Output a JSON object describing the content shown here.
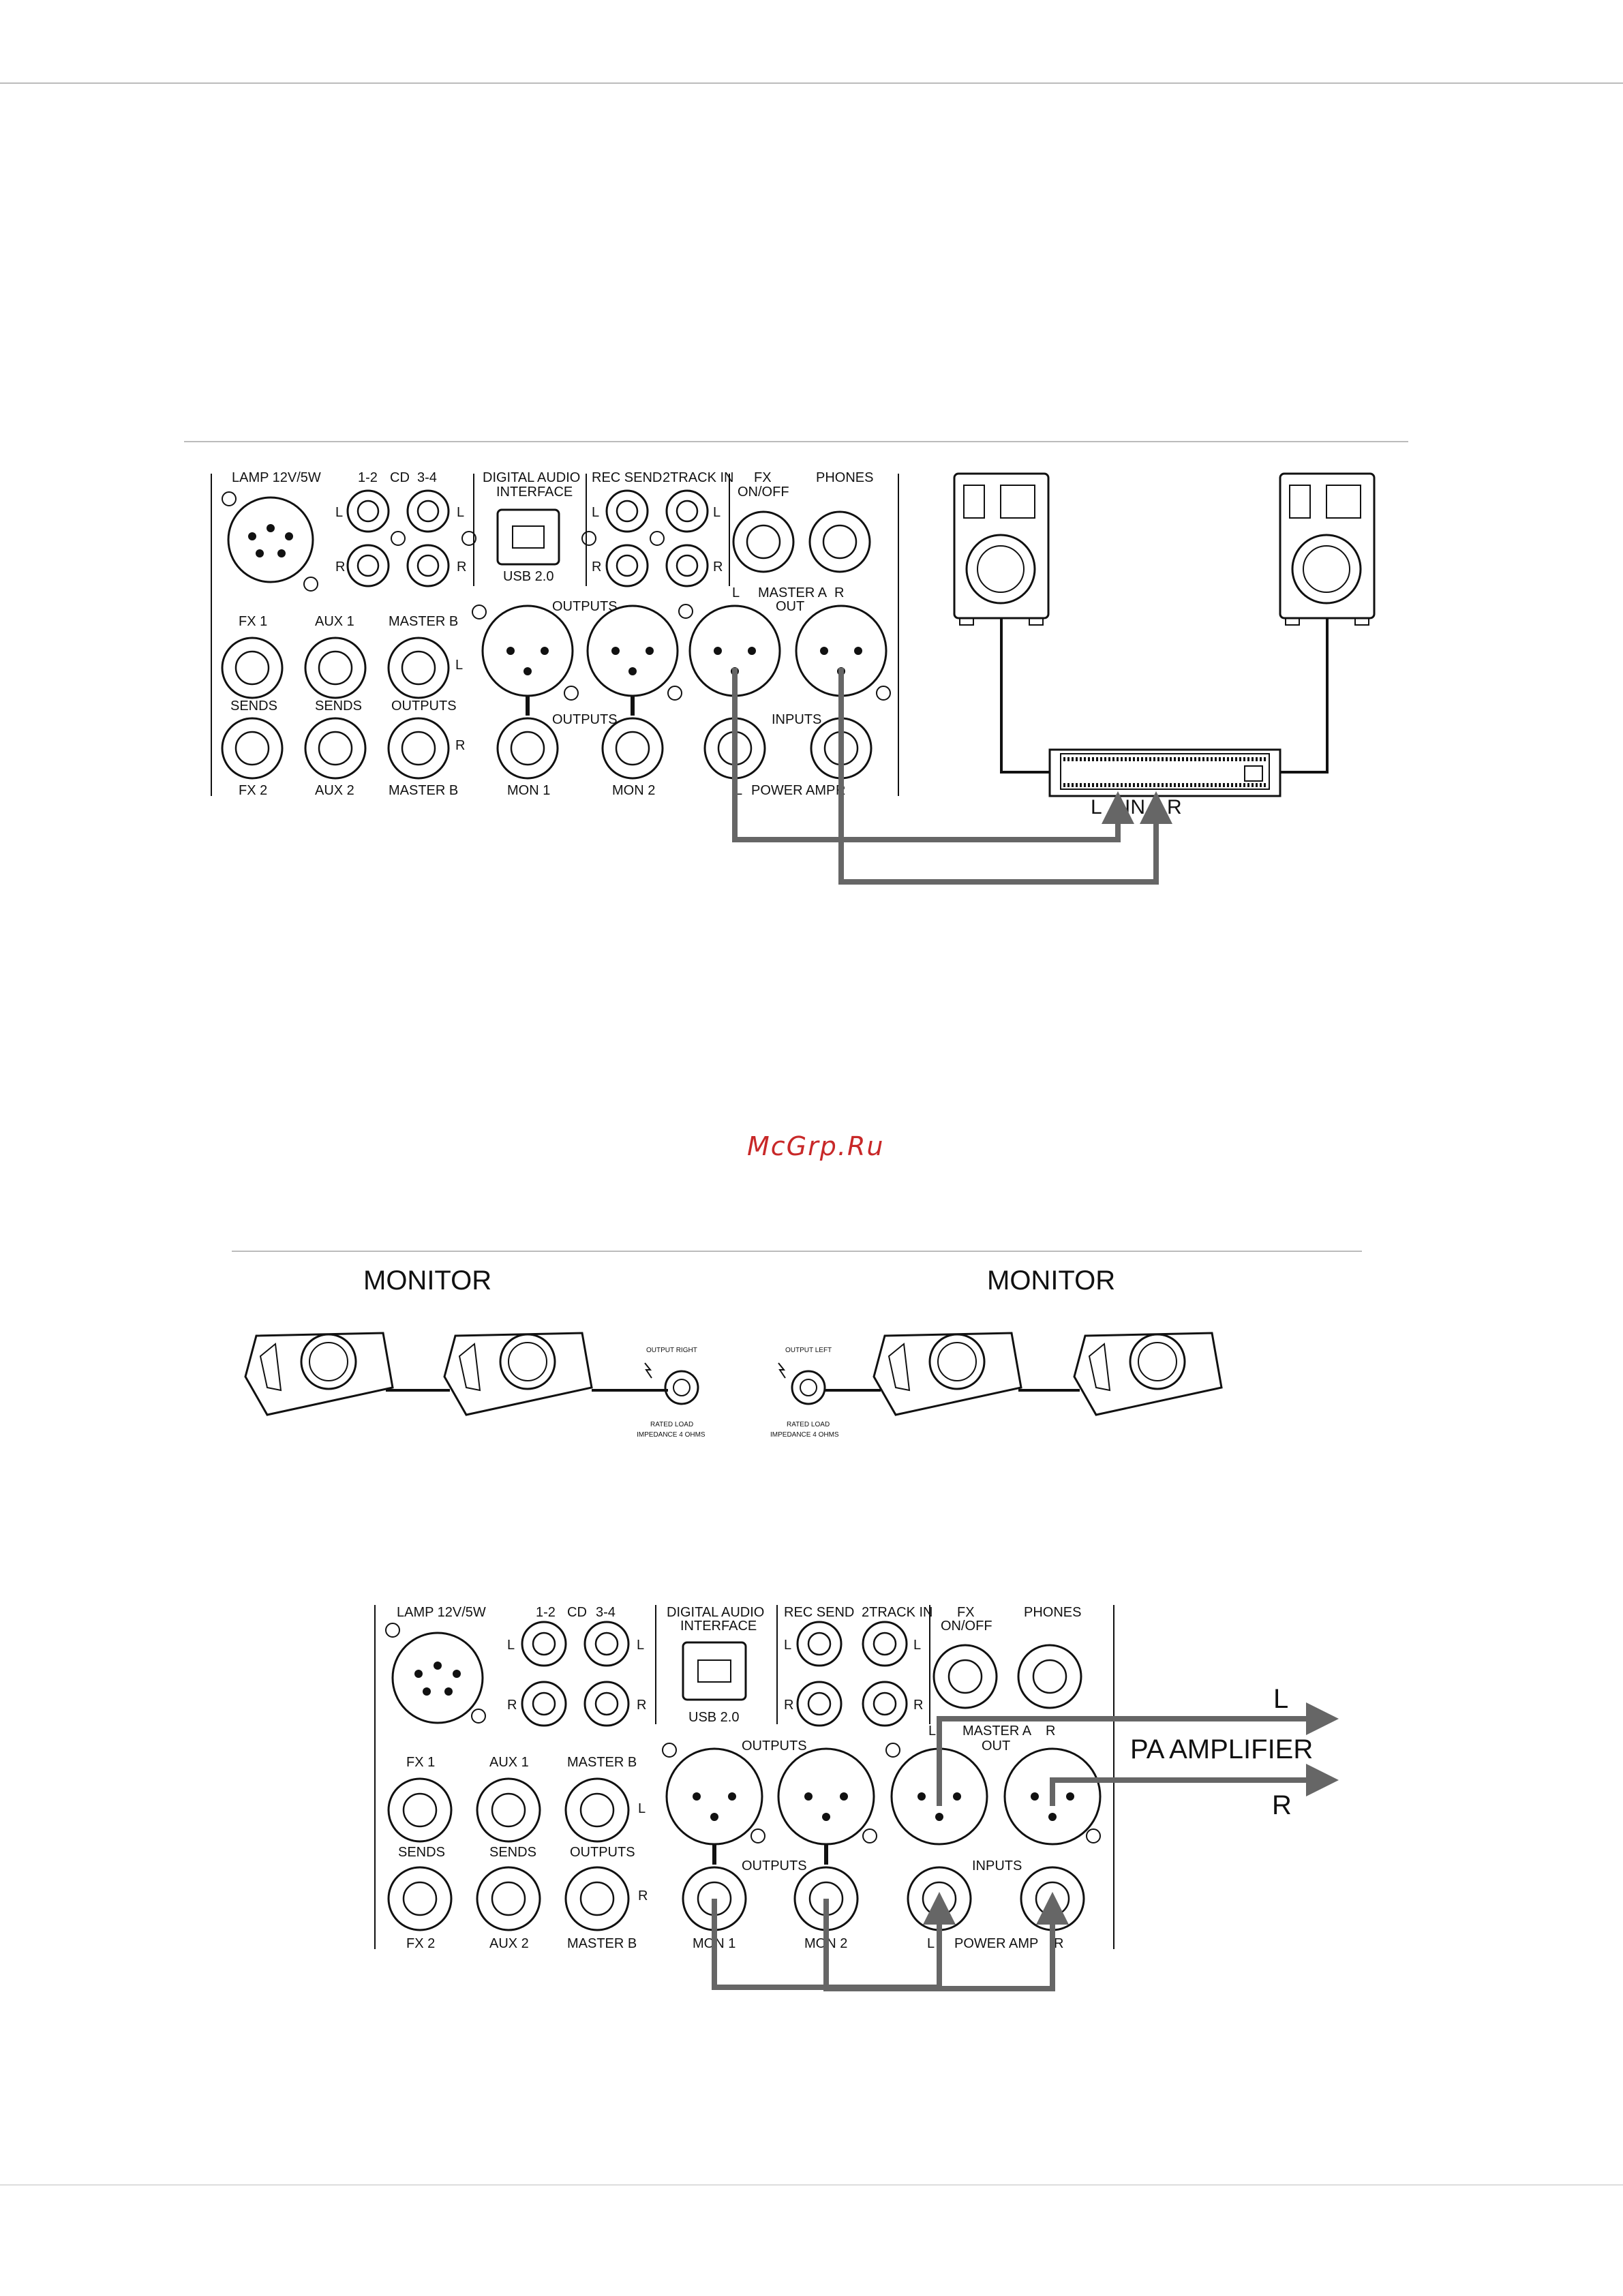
{
  "watermark": "McGrp.Ru",
  "panel_labels": {
    "lamp": "LAMP 12V/5W",
    "cd_12": "1-2",
    "cd": "CD",
    "cd_34": "3-4",
    "digital_audio": "DIGITAL AUDIO",
    "interface": "INTERFACE",
    "usb": "USB 2.0",
    "rec_send": "REC SEND",
    "two_track_in": "2TRACK IN",
    "fx": "FX",
    "on_off": "ON/OFF",
    "phones": "PHONES",
    "fx1": "FX 1",
    "aux1": "AUX 1",
    "master_b": "MASTER B",
    "sends": "SENDS",
    "outputs": "OUTPUTS",
    "fx2": "FX 2",
    "aux2": "AUX 2",
    "master_b_bottom": "MASTER B",
    "mon1": "MON 1",
    "mon2": "MON 2",
    "master_a": "MASTER A",
    "out": "OUT",
    "inputs": "INPUTS",
    "power_amp": "POWER AMP",
    "l": "L",
    "r": "R"
  },
  "diagram1": {
    "amp_input_label_l": "L",
    "amp_input_label_in": "IN",
    "amp_input_label_r": "R"
  },
  "diagram2": {
    "monitor_left": "MONITOR",
    "monitor_right": "MONITOR",
    "output_right": "OUTPUT RIGHT",
    "output_left": "OUTPUT LEFT",
    "rated_load": "RATED LOAD",
    "impedance": "IMPEDANCE 4 OHMS"
  },
  "diagram3": {
    "out_l": "L",
    "pa_amplifier": "PA AMPLIFIER",
    "out_r": "R"
  }
}
